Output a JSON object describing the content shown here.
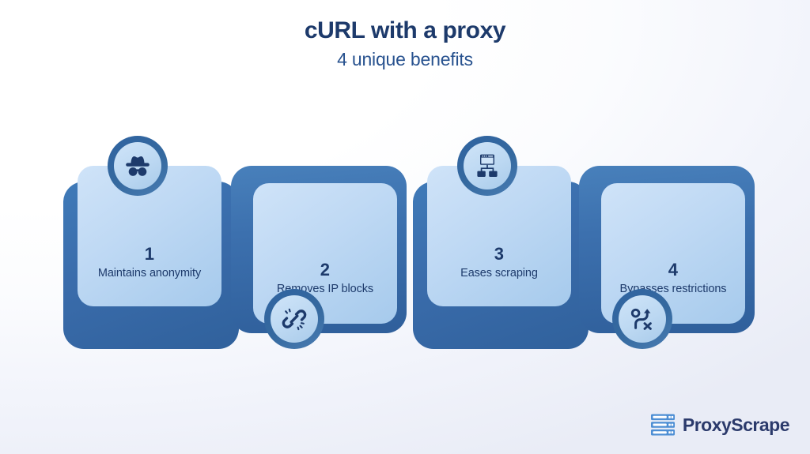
{
  "header": {
    "title": "cURL with a proxy",
    "subtitle": "4 unique benefits"
  },
  "cards": [
    {
      "number": "1",
      "label": "Maintains anonymity",
      "icon": "incognito-spy-icon"
    },
    {
      "number": "2",
      "label": "Removes IP blocks",
      "icon": "broken-chain-link-icon"
    },
    {
      "number": "3",
      "label": "Eases scraping",
      "icon": "browser-sitemap-icon"
    },
    {
      "number": "4",
      "label": "Bypasses restrictions",
      "icon": "detour-bypass-arrow-icon"
    }
  ],
  "footer": {
    "brand": "ProxyScrape",
    "logo_icon": "server-rack-icon"
  },
  "colors": {
    "title": "#1d3a6b",
    "subtitle": "#28528f",
    "card_front_light": "#cfe3f8",
    "card_front_dark": "#a6caec",
    "card_back": "#3a6cab",
    "icon_ring": "#2f63a0",
    "icon_glyph": "#1d3a6b",
    "brand_text": "#2b3a6b",
    "brand_mark": "#4d8ed4",
    "background": "#ffffff"
  }
}
